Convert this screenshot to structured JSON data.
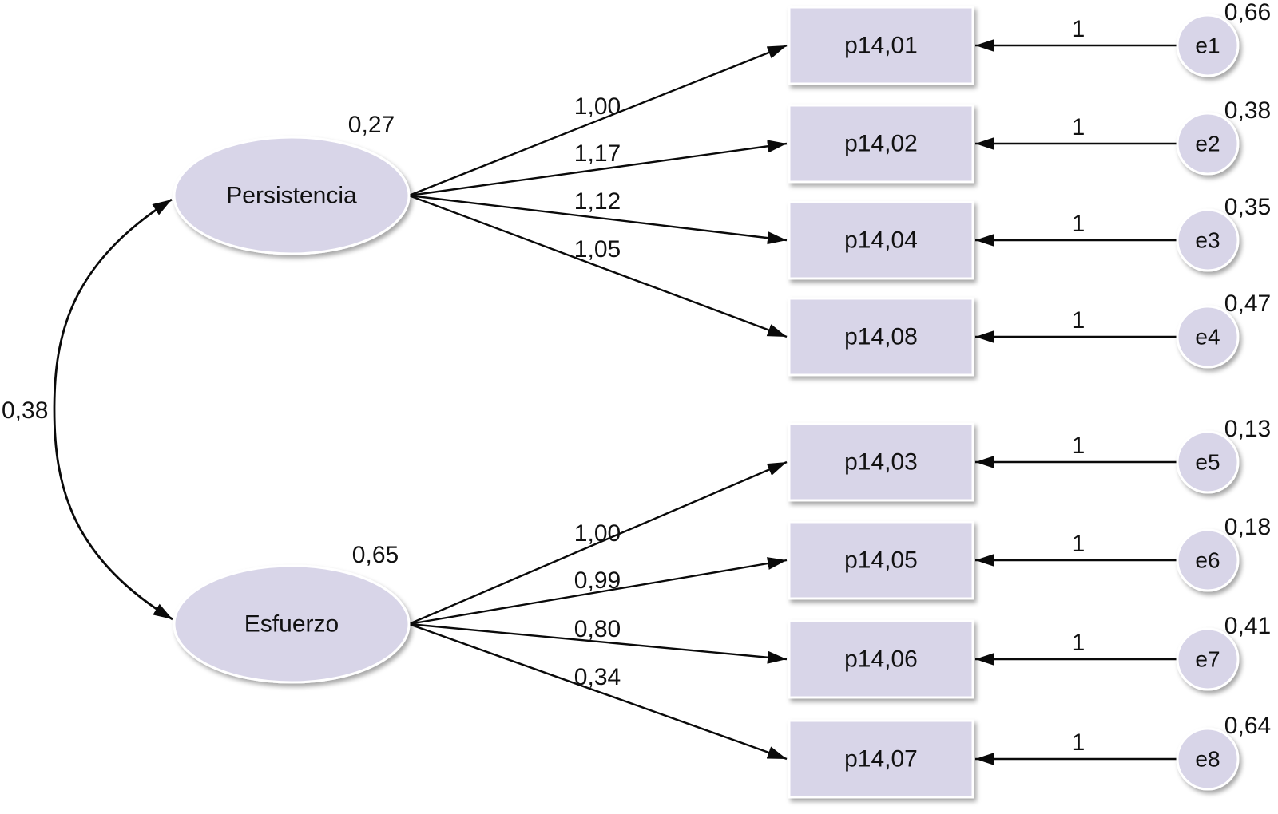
{
  "diagram": {
    "kind": "confirmatory-factor-analysis-path-diagram",
    "language": "es",
    "decimal_style": "comma"
  },
  "colors": {
    "background": "#ffffff",
    "node_fill": "#d8d5e8",
    "node_border": "#ffffff",
    "line": "#0a0a0a",
    "text": "#111111"
  },
  "covariance": {
    "value": "0,38",
    "between": "Persistencia ↔ Esfuerzo"
  },
  "factors": [
    {
      "label": "Persistencia",
      "variance": "0,27",
      "indicators": [
        {
          "label": "p14,01",
          "loading": "1,00",
          "error_label": "e1",
          "error_weight": "1",
          "error_variance": "0,66"
        },
        {
          "label": "p14,02",
          "loading": "1,17",
          "error_label": "e2",
          "error_weight": "1",
          "error_variance": "0,38"
        },
        {
          "label": "p14,04",
          "loading": "1,12",
          "error_label": "e3",
          "error_weight": "1",
          "error_variance": "0,35"
        },
        {
          "label": "p14,08",
          "loading": "1,05",
          "error_label": "e4",
          "error_weight": "1",
          "error_variance": "0,47"
        }
      ]
    },
    {
      "label": "Esfuerzo",
      "variance": "0,65",
      "indicators": [
        {
          "label": "p14,03",
          "loading": "1,00",
          "error_label": "e5",
          "error_weight": "1",
          "error_variance": "0,13"
        },
        {
          "label": "p14,05",
          "loading": "0,99",
          "error_label": "e6",
          "error_weight": "1",
          "error_variance": "0,18"
        },
        {
          "label": "p14,06",
          "loading": "0,80",
          "error_label": "e7",
          "error_weight": "1",
          "error_variance": "0,41"
        },
        {
          "label": "p14,07",
          "loading": "0,34",
          "error_label": "e8",
          "error_weight": "1",
          "error_variance": "0,64"
        }
      ]
    }
  ]
}
